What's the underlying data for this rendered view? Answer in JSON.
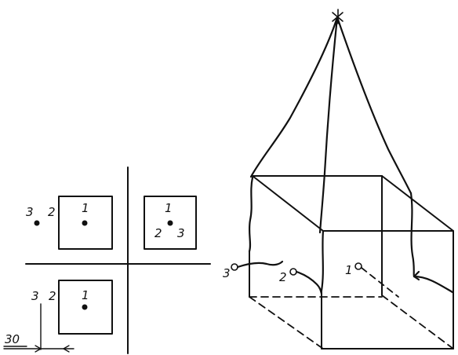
{
  "views": {
    "front": {
      "label_1": "1",
      "label_2": "2",
      "label_3": "3"
    },
    "side": {
      "label_1": "1",
      "label_2": "2",
      "label_3": "3"
    },
    "top": {
      "label_1": "1",
      "label_2": "2",
      "label_3": "3"
    }
  },
  "dimension": {
    "value": "30"
  },
  "perspective": {
    "label_1": "1",
    "label_2": "2",
    "label_3": "3"
  }
}
